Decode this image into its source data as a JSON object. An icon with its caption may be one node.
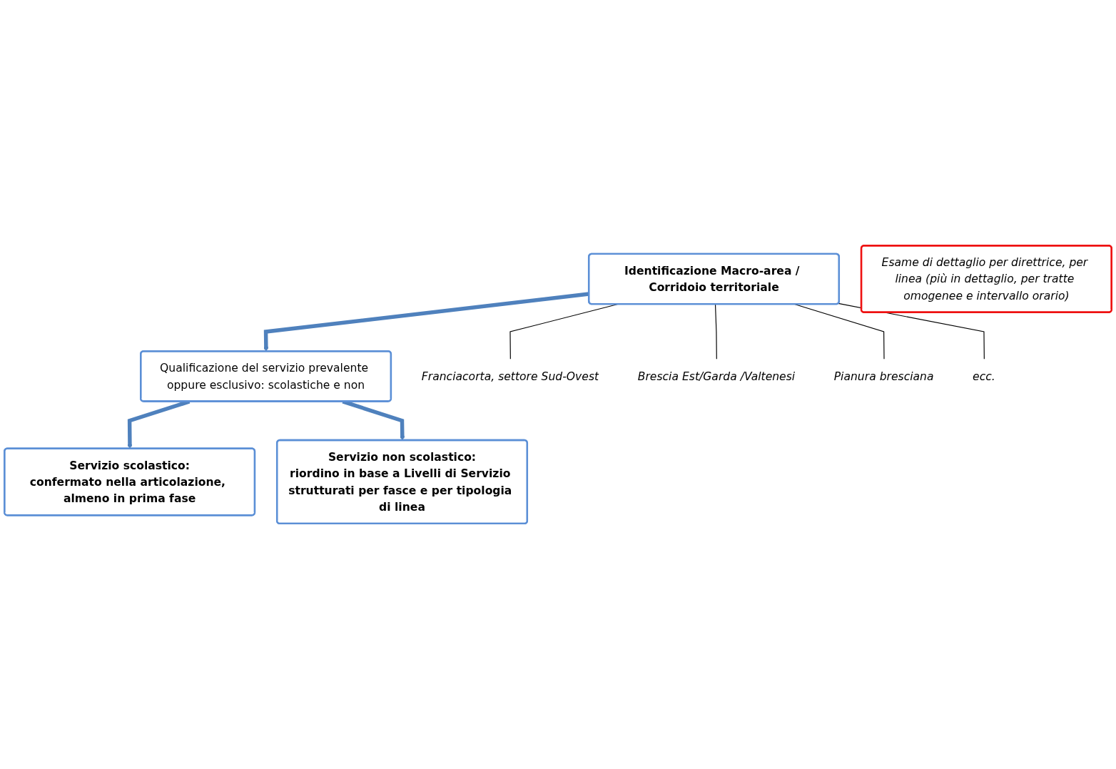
{
  "diagram": {
    "nodes": [
      {
        "text": [
          "Identificazione Macro-area / Corridoio territoriale"
        ]
      },
      {
        "text": [
          "Qualificazione del servizio prevalente oppure esclusivo: scolastiche e non"
        ]
      },
      {
        "text": [
          "Servizio scolastico:",
          "confermato nella articolazione, almeno in prima fase"
        ]
      },
      {
        "text": [
          "Servizio non scolastico:",
          "riordino in base a Livelli di Servizio strutturati per fasce e per tipologia di linea"
        ]
      },
      {
        "text": [
          "Esame di dettaglio per direttrice, per linea (più in dettaglio, per tratte omogenee e intervallo orario)"
        ]
      },
      {
        "text": [
          "Franciacorta, settore Sud-Ovest"
        ]
      },
      {
        "text": [
          "Brescia Est/Garda /Valtenesi"
        ]
      },
      {
        "text": [
          "Pianura bresciana"
        ]
      },
      {
        "text": [
          "ecc."
        ]
      }
    ],
    "edges": [
      {
        "from": 0,
        "to": 1,
        "arrow": "to",
        "style": "thick",
        "color": "#4f81bd"
      },
      {
        "from": 1,
        "to": 2,
        "arrow": "to",
        "style": "thick",
        "color": "#4f81bd"
      },
      {
        "from": 1,
        "to": 3,
        "arrow": "to",
        "style": "thick",
        "color": "#4f81bd"
      },
      {
        "from": 0,
        "to": 5,
        "arrow": "none"
      },
      {
        "from": 0,
        "to": 6,
        "arrow": "none"
      },
      {
        "from": 0,
        "to": 7,
        "arrow": "none"
      },
      {
        "from": 0,
        "to": 8,
        "arrow": "none"
      }
    ]
  }
}
